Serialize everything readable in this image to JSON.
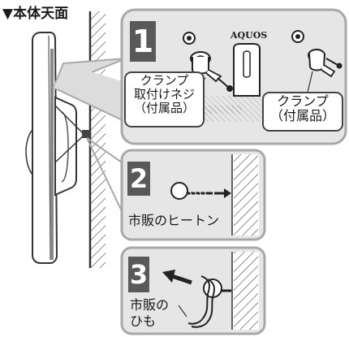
{
  "heading": "▼本体天面",
  "steps": [
    {
      "number": "1",
      "brand_label": "AQUOS",
      "callout_left": [
        "クランプ",
        "取付けネジ",
        "（付属品）"
      ],
      "callout_right": [
        "クランプ",
        "（付属品）"
      ]
    },
    {
      "number": "2",
      "label": "市販のヒートン"
    },
    {
      "number": "3",
      "label_line1": "市販の",
      "label_line2": "ひも"
    }
  ],
  "colors": {
    "panel_fill": "#e6e6e6",
    "panel_border": "#a8a8a8",
    "badge_fill": "#595959",
    "line": "#333333",
    "background": "#ffffff"
  }
}
